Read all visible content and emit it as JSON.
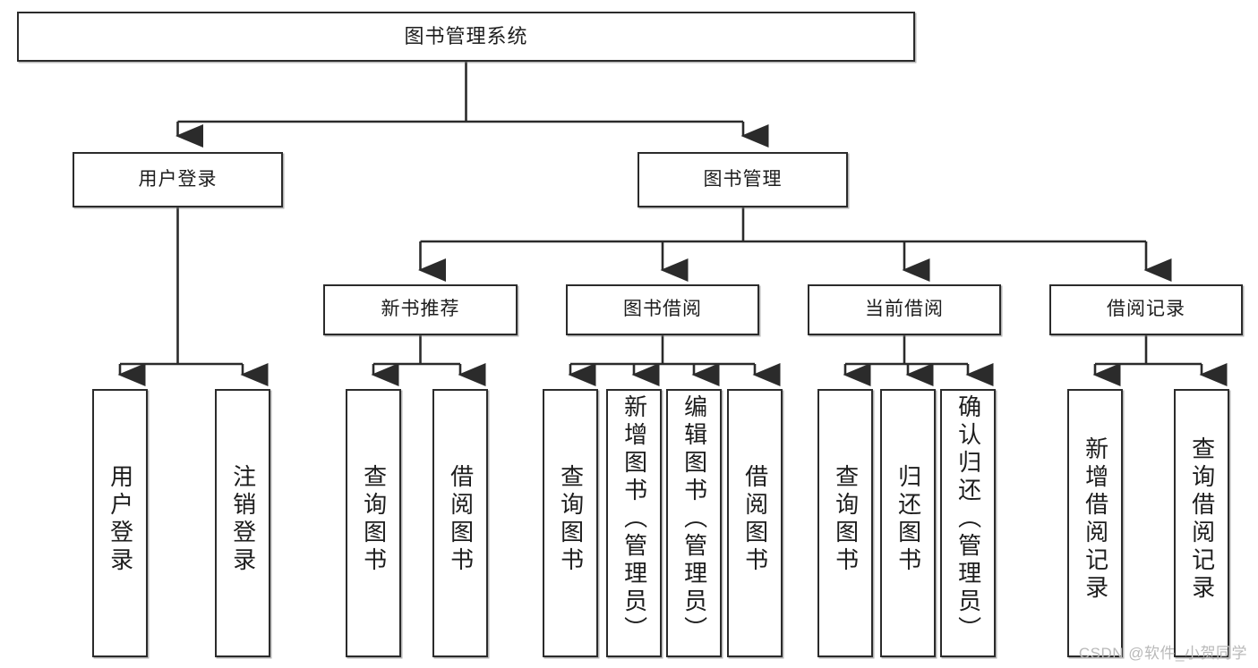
{
  "diagram": {
    "title": "图书管理系统",
    "type": "hierarchy-tree",
    "watermark": "CSDN @软件_小贺同学",
    "colors": {
      "box_border": "#2b2b2b",
      "box_fill": "#ffffff",
      "connector": "#2b2b2b",
      "text": "#1d1d1d",
      "watermark": "#b9b9b9"
    },
    "root": {
      "label": "图书管理系统"
    },
    "level2": [
      {
        "id": "login",
        "label": "用户登录"
      },
      {
        "id": "bookmgr",
        "label": "图书管理"
      }
    ],
    "level3": [
      {
        "id": "newbook",
        "label": "新书推荐"
      },
      {
        "id": "borrow",
        "label": "图书借阅"
      },
      {
        "id": "current",
        "label": "当前借阅"
      },
      {
        "id": "record",
        "label": "借阅记录"
      }
    ],
    "leaves": {
      "login": [
        {
          "id": "u1",
          "label": "用户登录"
        },
        {
          "id": "u2",
          "label": "注销登录"
        }
      ],
      "newbook": [
        {
          "id": "n1",
          "label": "查询图书"
        },
        {
          "id": "n2",
          "label": "借阅图书"
        }
      ],
      "borrow": [
        {
          "id": "b1",
          "label": "查询图书"
        },
        {
          "id": "b2",
          "label": "新增图书（管理员）"
        },
        {
          "id": "b3",
          "label": "编辑图书（管理员）"
        },
        {
          "id": "b4",
          "label": "借阅图书"
        }
      ],
      "current": [
        {
          "id": "c1",
          "label": "查询图书"
        },
        {
          "id": "c2",
          "label": "归还图书"
        },
        {
          "id": "c3",
          "label": "确认归还（管理员）"
        }
      ],
      "record": [
        {
          "id": "r1",
          "label": "新增借阅记录"
        },
        {
          "id": "r2",
          "label": "查询借阅记录"
        }
      ]
    }
  }
}
